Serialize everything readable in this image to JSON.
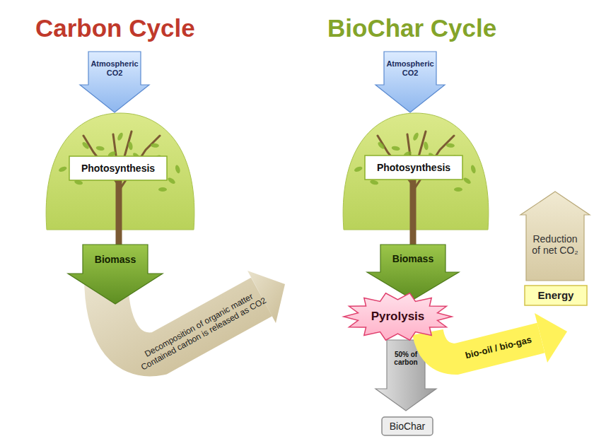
{
  "diagram": {
    "nodes": [
      {
        "text": [
          "Atmospheric CO2"
        ]
      },
      {
        "text": [
          "Photosynthesis"
        ]
      },
      {
        "text": [
          "Biomass"
        ]
      },
      {
        "text": [
          "Decomposition of organic matter Contained carbon is released as CO2"
        ]
      },
      {
        "text": [
          "Atmospheric CO2"
        ]
      },
      {
        "text": [
          "Photosynthesis"
        ]
      },
      {
        "text": [
          "Biomass"
        ]
      },
      {
        "text": [
          "Pyrolysis"
        ]
      },
      {
        "text": [
          "50% of carbon"
        ]
      },
      {
        "text": [
          "BioChar"
        ]
      },
      {
        "text": [
          "bio-oil / bio-gas"
        ]
      },
      {
        "text": [
          "Energy"
        ]
      },
      {
        "text": [
          "Reduction of net CO₂"
        ]
      }
    ],
    "labels": [
      "Carbon Cycle",
      "BioChar Cycle"
    ]
  }
}
